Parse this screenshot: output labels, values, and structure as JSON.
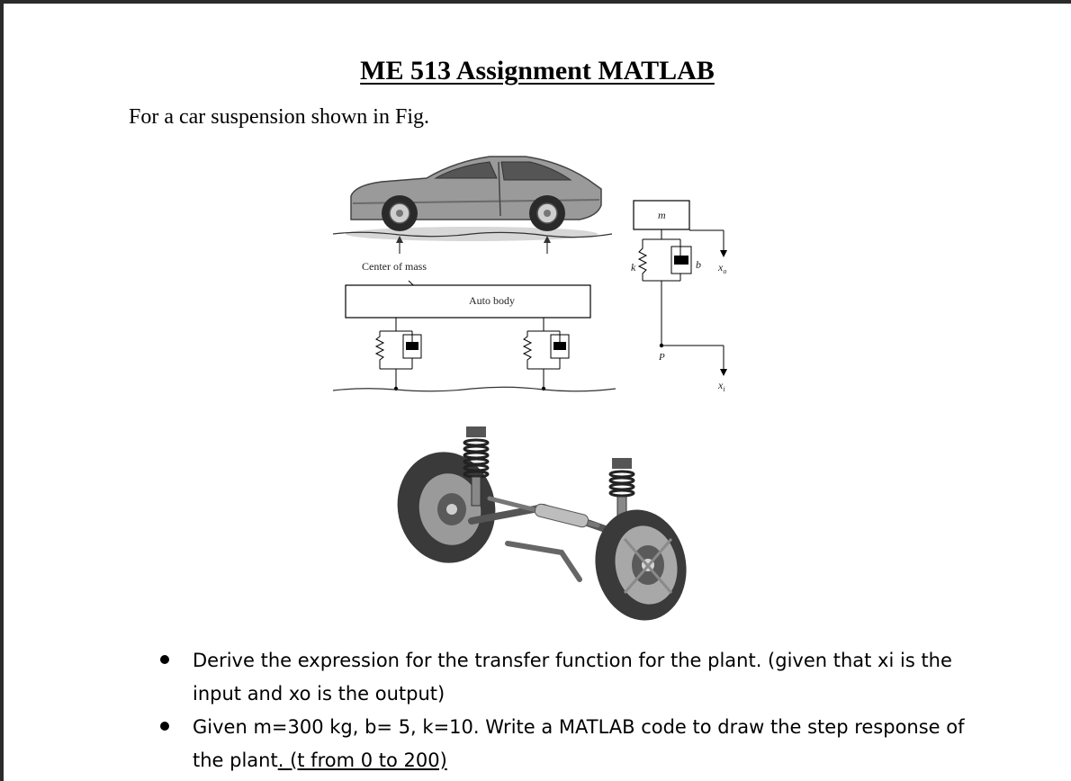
{
  "document": {
    "title": "ME 513 Assignment MATLAB",
    "intro": "For a car suspension shown in Fig."
  },
  "figure": {
    "center_of_mass_label": "Center of mass",
    "auto_body_label": "Auto body",
    "mass_label": "m",
    "spring_label": "k",
    "damper_label": "b",
    "output_label": "x",
    "output_sub": "o",
    "input_label": "x",
    "input_sub": "i",
    "point_label": "P"
  },
  "tasks": [
    {
      "text": "Derive the expression for the transfer function for the plant. (given that xi is the input and xo is the output)"
    },
    {
      "text_main": "Given m=300 kg, b= 5, k=10. Write a MATLAB code to draw the step response of the plant",
      "text_underlined": ". (t from 0 to 200)"
    }
  ]
}
